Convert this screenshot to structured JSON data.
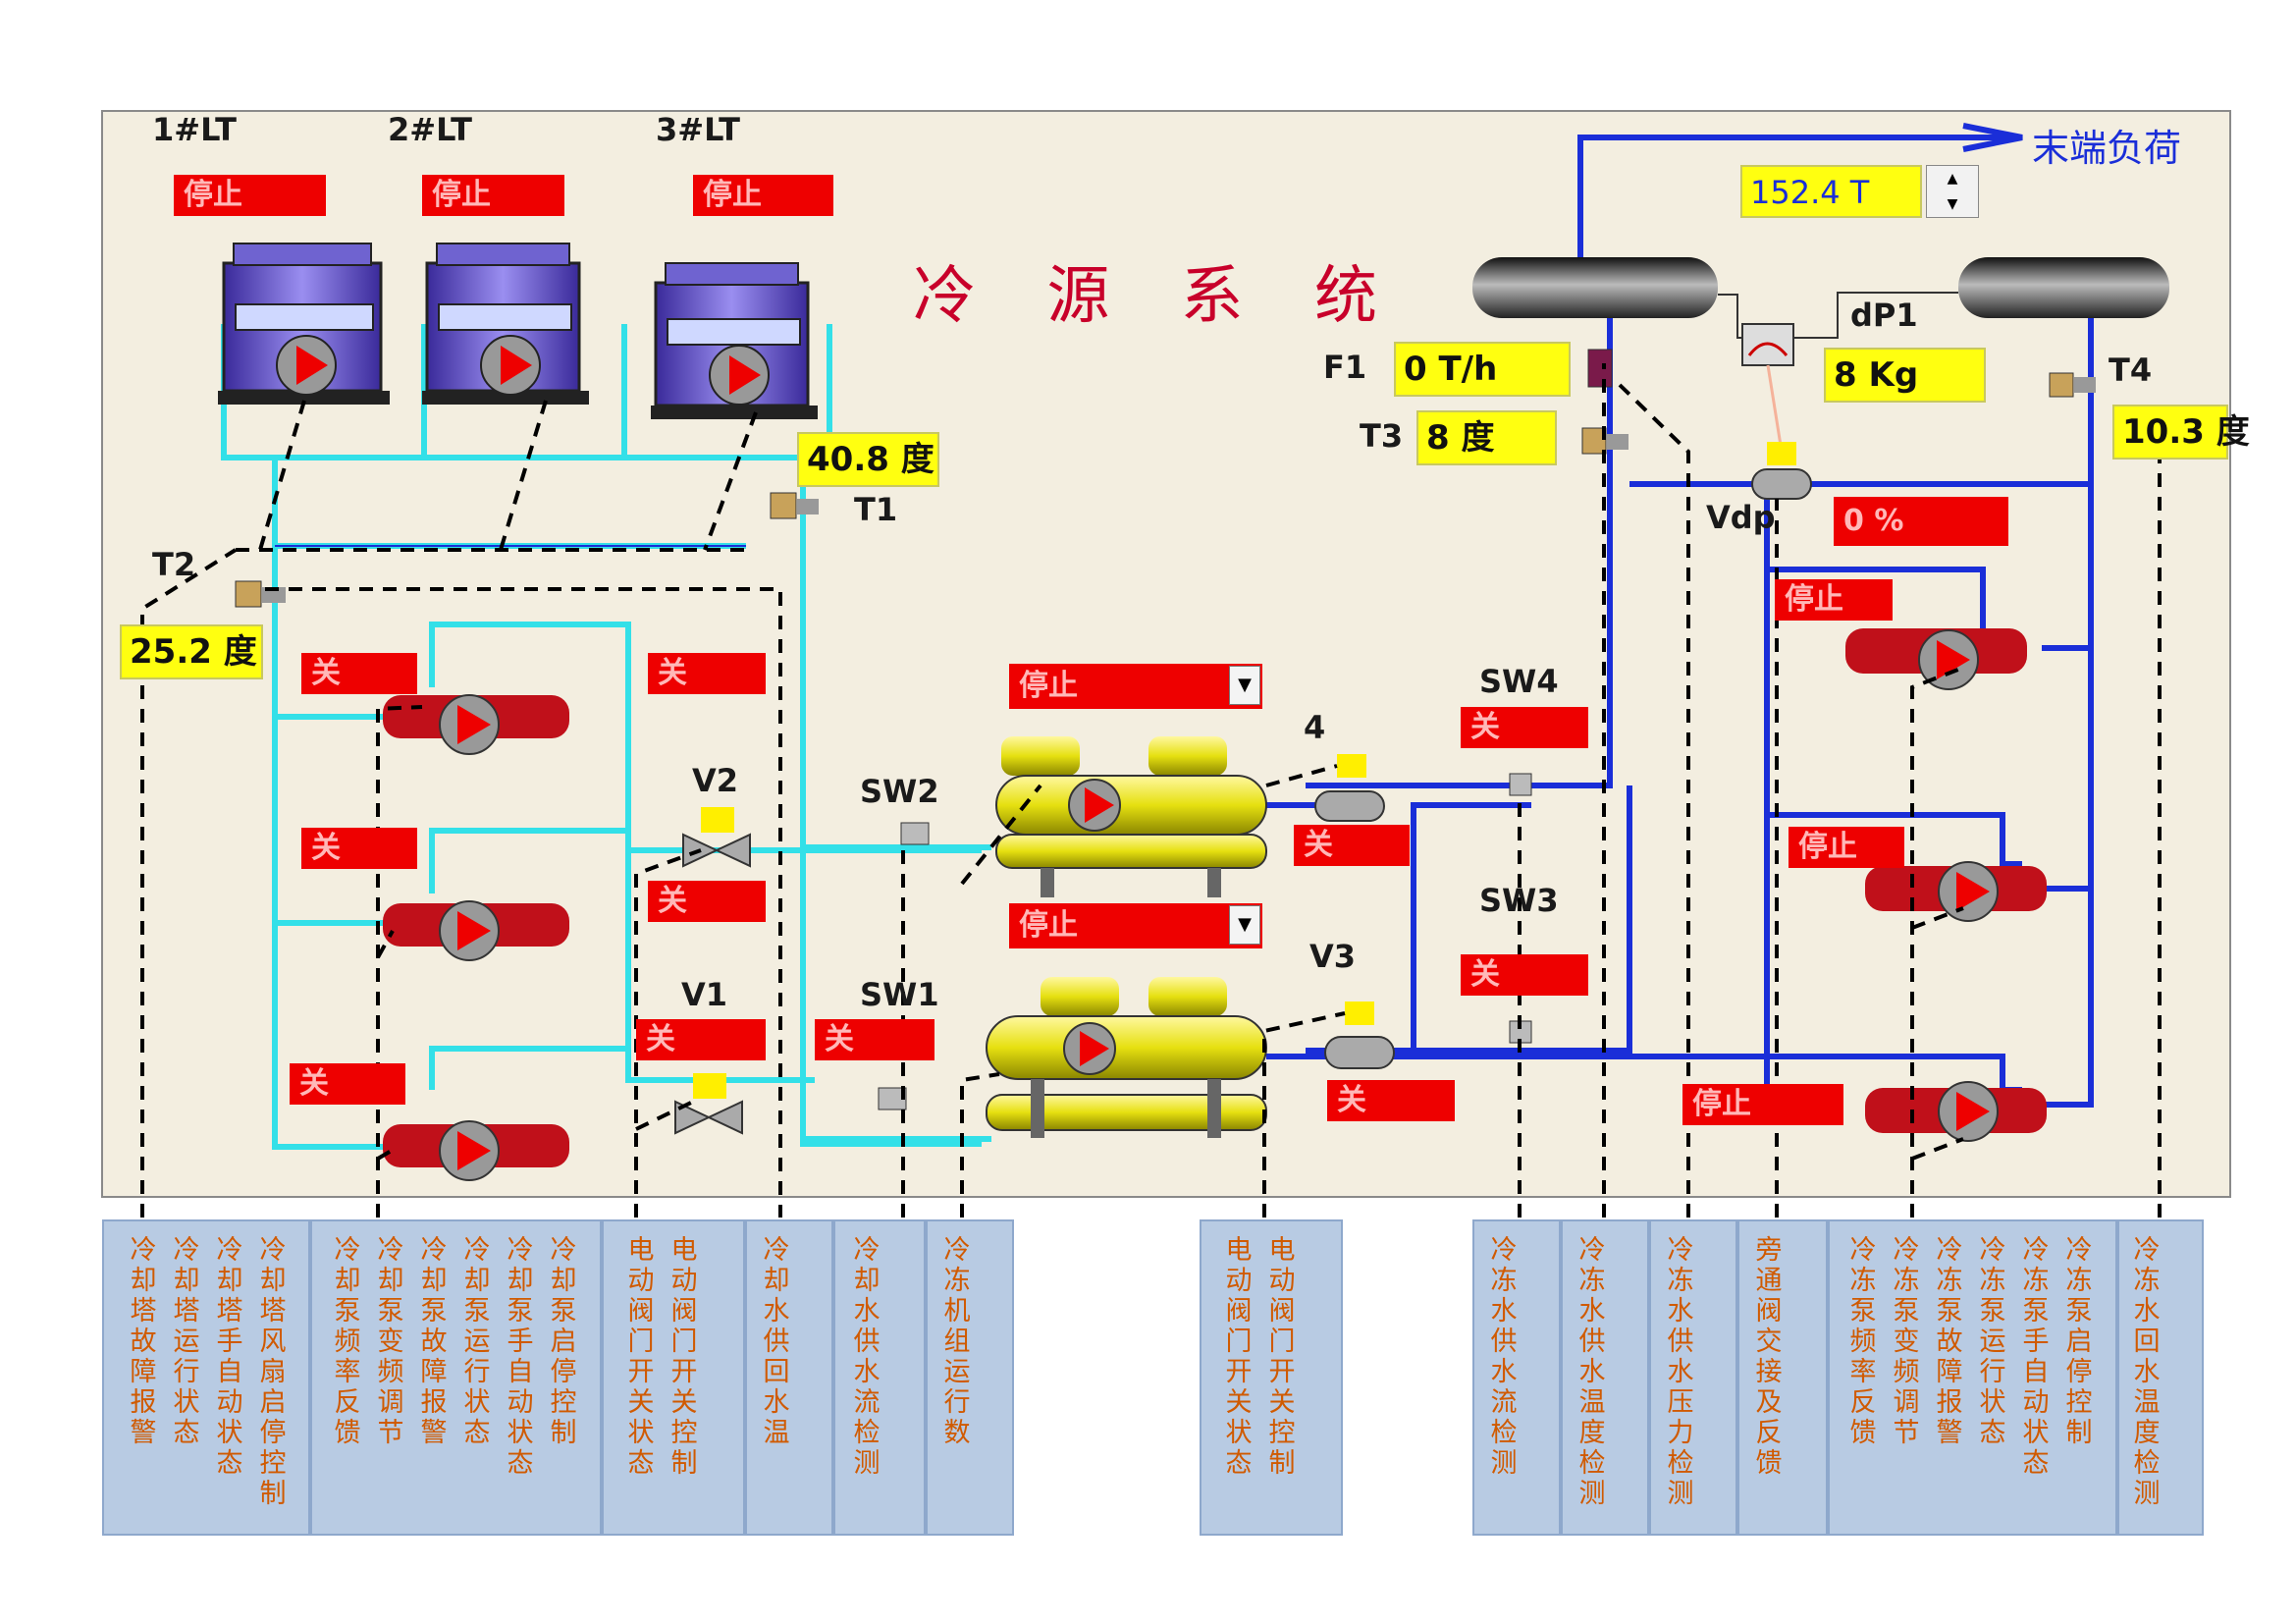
{
  "title": "冷 源 系 统",
  "cooling_towers": [
    {
      "name": "1#LT",
      "status": "停止"
    },
    {
      "name": "2#LT",
      "status": "停止"
    },
    {
      "name": "3#LT",
      "status": "停止"
    }
  ],
  "labels": {
    "terminal_load": "末端负荷",
    "T1": "T1",
    "T2": "T2",
    "T3": "T3",
    "T4": "T4",
    "F1": "F1",
    "dP1": "dP1",
    "Vdp": "Vdp",
    "V1": "V1",
    "V2": "V2",
    "V3": "V3",
    "four": "4",
    "SW1": "SW1",
    "SW2": "SW2",
    "SW3": "SW3",
    "SW4": "SW4"
  },
  "readings": {
    "T1": "40.8 度",
    "T2": "25.2 度",
    "T3": "8 度",
    "T4": "10.3 度",
    "F1": "0 T/h",
    "dP1": "8 Kg",
    "load": "152.4 T",
    "vdp": "0 %"
  },
  "states": {
    "cw_pump1": "关",
    "cw_pump2": "关",
    "cw_pump3": "关",
    "v2_top": "关",
    "v2_state": "关",
    "v1_state": "关",
    "sw1": "关",
    "sw4": "关",
    "sw3": "关",
    "valve4": "关",
    "v3": "关",
    "chiller1": "停止",
    "chiller2": "停止",
    "chw_pump1": "停止",
    "chw_pump2": "停止",
    "chw_pump3": "停止"
  },
  "legend": [
    {
      "items": [
        "冷却塔故障报警",
        "冷却塔运行状态",
        "冷却塔手自动状态",
        "冷却塔风扇启停控制"
      ]
    },
    {
      "items": [
        "冷却泵频率反馈",
        "冷却泵变频调节",
        "冷却泵故障报警",
        "冷却泵运行状态",
        "冷却泵手自动状态",
        "冷却泵启停控制"
      ]
    },
    {
      "items": [
        "电动阀门开关状态",
        "电动阀门开关控制"
      ]
    },
    {
      "items": [
        "冷却水供回水温"
      ]
    },
    {
      "items": [
        "冷却水供水流检测"
      ]
    },
    {
      "items": [
        "冷冻机组运行数"
      ]
    },
    {
      "items": [
        "电动阀门开关状态",
        "电动阀门开关控制"
      ]
    },
    {
      "items": [
        "冷冻水供水流检测"
      ]
    },
    {
      "items": [
        "冷冻水供水温度检测"
      ]
    },
    {
      "items": [
        "冷冻水供水压力检测"
      ]
    },
    {
      "items": [
        "旁通阀交接及反馈"
      ]
    },
    {
      "items": [
        "冷冻泵频率反馈",
        "冷冻泵变频调节",
        "冷冻泵故障报警",
        "冷冻泵运行状态",
        "冷冻泵手自动状态",
        "冷冻泵启停控制"
      ]
    },
    {
      "items": [
        "冷冻水回水温度检测"
      ]
    }
  ],
  "colors": {
    "cooling_pipe": "#33e0e8",
    "chilled_pipe": "#1a2ed8",
    "alarm_red": "#ee0000",
    "reading_yellow": "#ffff10",
    "title_red": "#c8002a",
    "legend_bg": "#b8cbe3",
    "legend_text": "#d05a00"
  }
}
